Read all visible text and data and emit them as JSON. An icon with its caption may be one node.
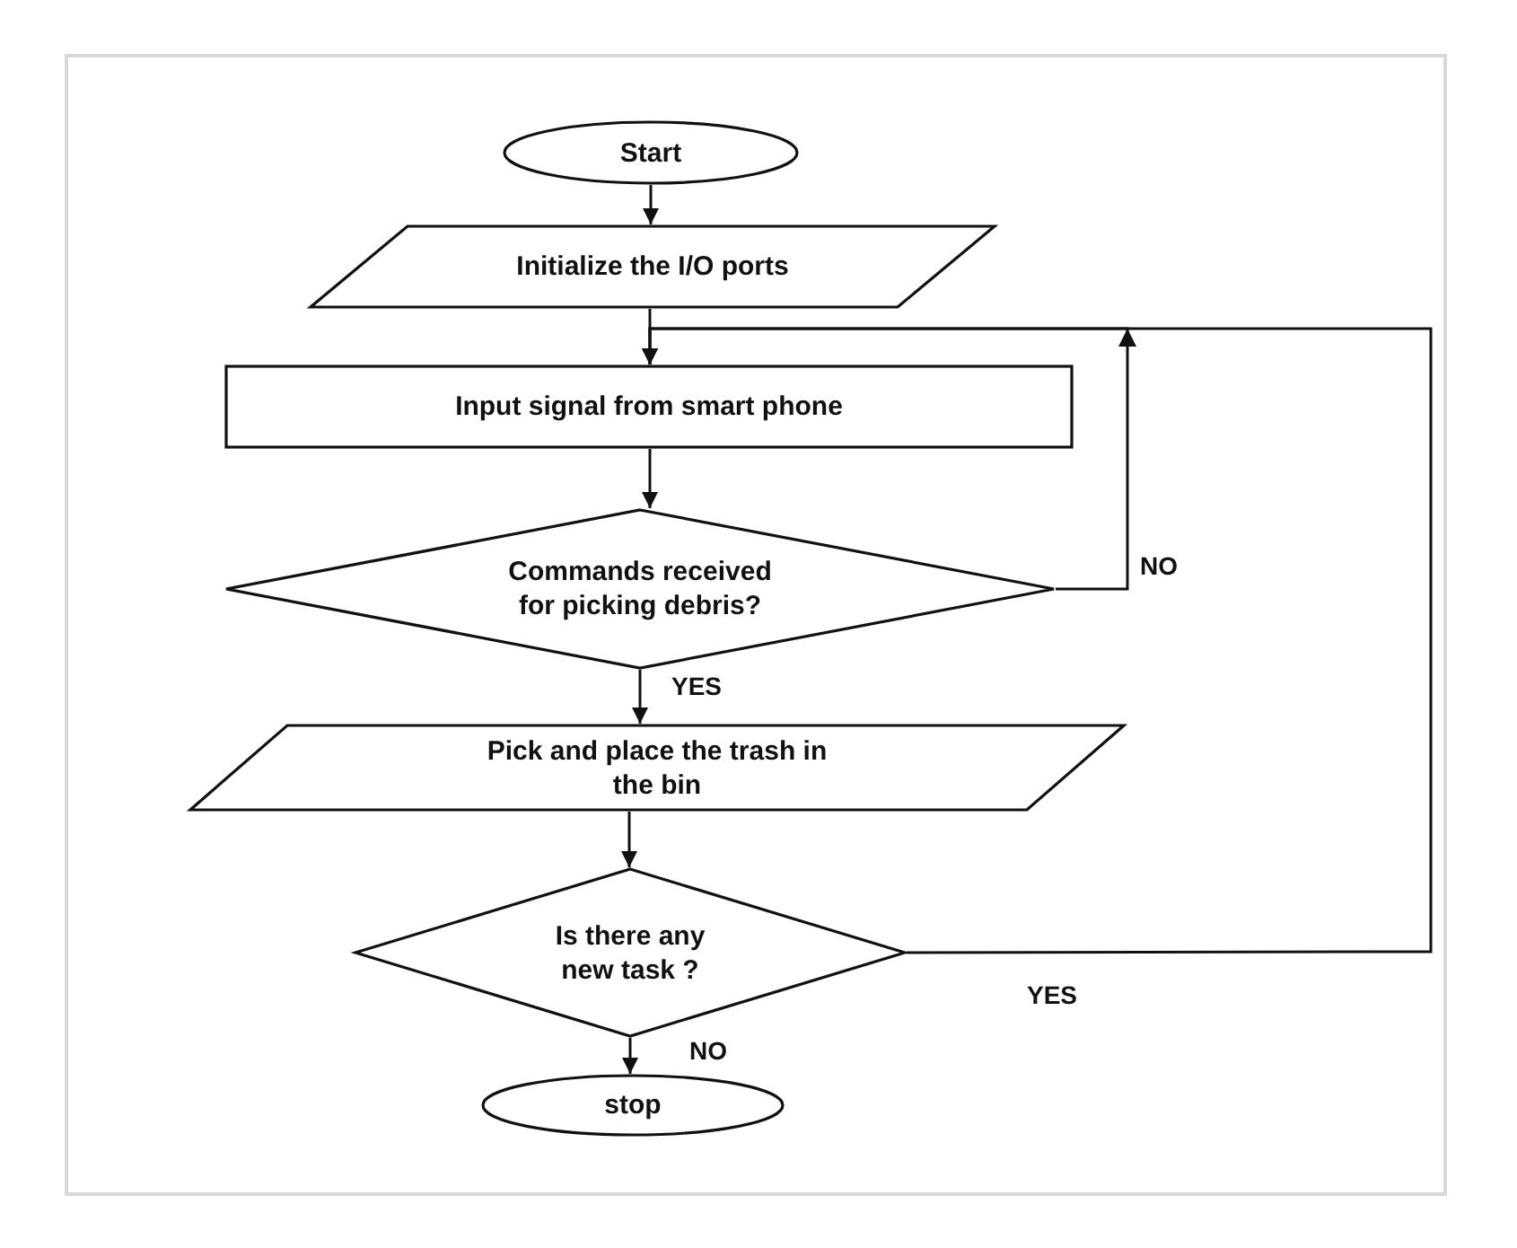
{
  "diagram": {
    "nodes": [
      {
        "text": [
          "Start"
        ]
      },
      {
        "text": [
          "Initialize the I/O ports"
        ]
      },
      {
        "text": [
          "Input signal from smart phone"
        ]
      },
      {
        "text": [
          "Commands received for picking debris?"
        ]
      },
      {
        "text": [
          "Pick and place the trash in the bin"
        ]
      },
      {
        "text": [
          "Is there any new task ?"
        ]
      },
      {
        "text": [
          "stop"
        ]
      }
    ],
    "edges": [
      {
        "from": 0,
        "to": 1,
        "arrow": "to"
      },
      {
        "from": 1,
        "to": 2,
        "arrow": "to"
      },
      {
        "from": 2,
        "to": 3,
        "arrow": "to"
      },
      {
        "from": 3,
        "to": 4,
        "arrow": "to",
        "label": "YES"
      },
      {
        "from": 3,
        "to": 2,
        "arrow": "to",
        "label": "NO"
      },
      {
        "from": 4,
        "to": 5,
        "arrow": "to"
      },
      {
        "from": 5,
        "to": 6,
        "arrow": "to",
        "label": "NO"
      },
      {
        "from": 5,
        "to": 2,
        "arrow": "to",
        "label": "YES"
      }
    ]
  }
}
